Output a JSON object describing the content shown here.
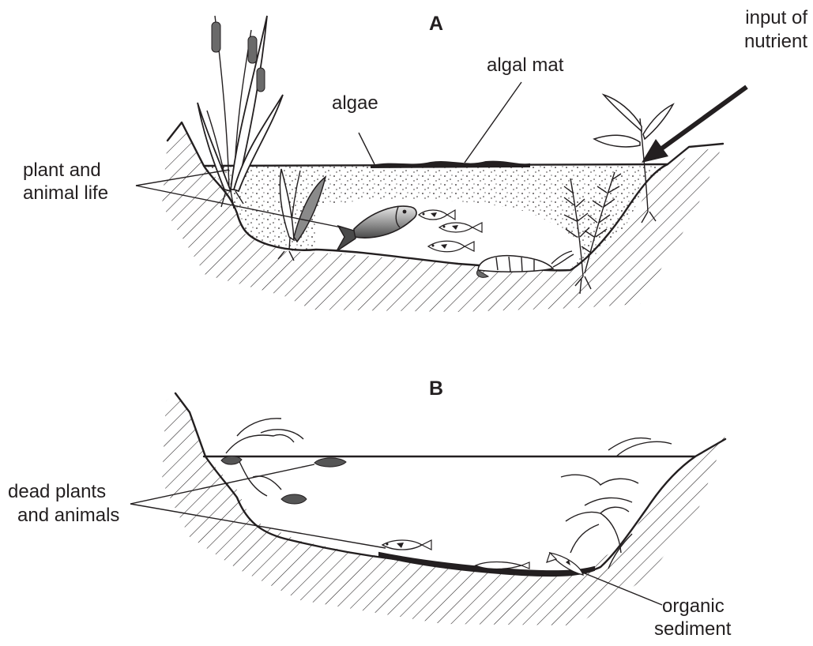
{
  "pond_a": {
    "title": "A",
    "labels": {
      "algal_mat": "algal mat",
      "input_of": "input of",
      "nutrient": "nutrient",
      "algae": "algae",
      "plant_and": "plant and",
      "animal_life": "animal life"
    }
  },
  "pond_b": {
    "title": "B",
    "labels": {
      "dead_plants": "dead plants",
      "and_animals": "and animals",
      "organic": "organic",
      "sediment": "sediment"
    }
  },
  "colors": {
    "ink": "#231f20",
    "dead_matter": "#555555",
    "plant_fill": "#9a9a9a"
  }
}
